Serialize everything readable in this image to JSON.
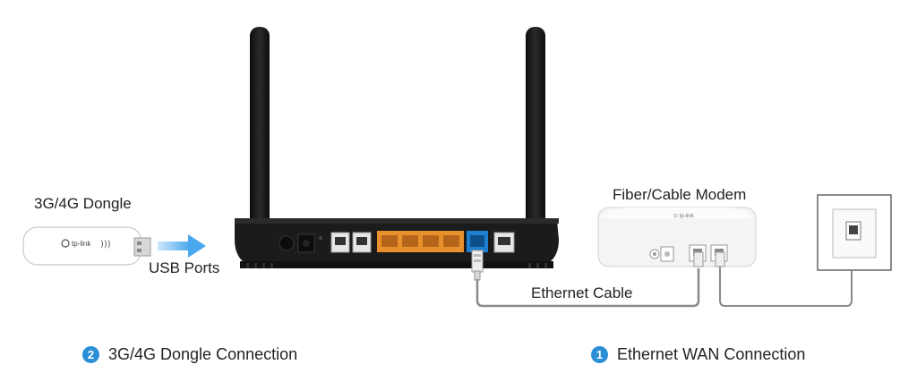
{
  "labels": {
    "dongle": "3G/4G Dongle",
    "usb_ports": "USB Ports",
    "modem": "Fiber/Cable Modem",
    "ethernet_cable": "Ethernet Cable"
  },
  "dongle_brand": "tp-link",
  "legend": [
    {
      "number": "2",
      "text": "3G/4G Dongle Connection"
    },
    {
      "number": "1",
      "text": "Ethernet WAN Connection"
    }
  ],
  "colors": {
    "accent_blue": "#2a8fd6",
    "lan_ports": "#e8912c",
    "wan_port": "#1d7fd0",
    "router_body": "#1b1b1b",
    "cable": "#8a8a8a",
    "arrow": "#4aa8ee"
  }
}
